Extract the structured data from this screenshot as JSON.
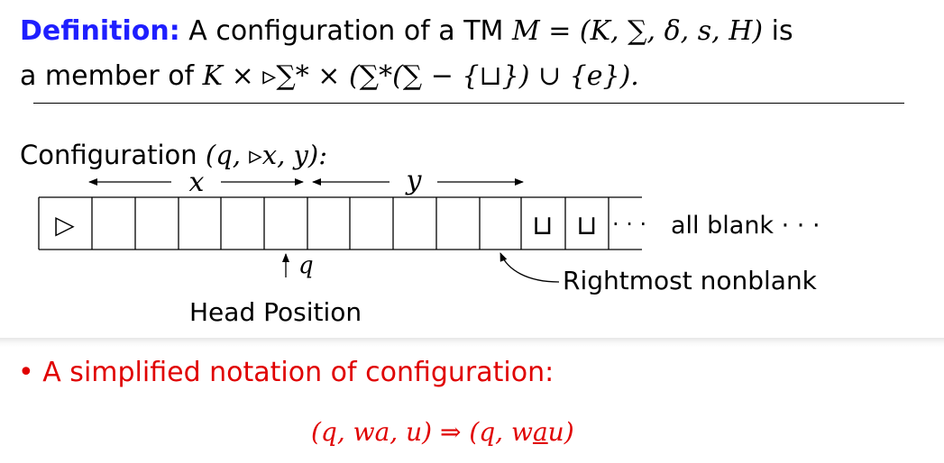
{
  "definition": {
    "label": "Definition:",
    "line1_text": "A configuration of a TM",
    "line1_math": "M = (K, ∑, δ, s, H)",
    "line1_tail": "is",
    "line2_text": "a member of",
    "line2_math": "K × ▹∑* × (∑*(∑ − {⊔}) ∪ {e})."
  },
  "diagram": {
    "title_text": "Configuration",
    "title_math": "(q, ▹x, y):",
    "x_label": "x",
    "y_label": "y",
    "left_end_symbol": "▷",
    "blank_symbol": "⊔",
    "dots": "· · ·",
    "all_blank_text": "all blank · · ·",
    "head_state": "q",
    "head_label": "Head Position",
    "rightmost_label": "Rightmost nonblank",
    "arrow_color": "#000000"
  },
  "bullet": {
    "symbol": "•",
    "text": "A simplified notation of configuration:",
    "formula": "(q, wa, u) ⇒ (q, wau)",
    "formula_plain": "(q, wa, u) ⇒ (q, w",
    "formula_underlined": "a",
    "formula_end": "u)",
    "color": "#e00000"
  },
  "colors": {
    "definition_label": "#1f1fff",
    "bullet_red": "#e00000"
  }
}
